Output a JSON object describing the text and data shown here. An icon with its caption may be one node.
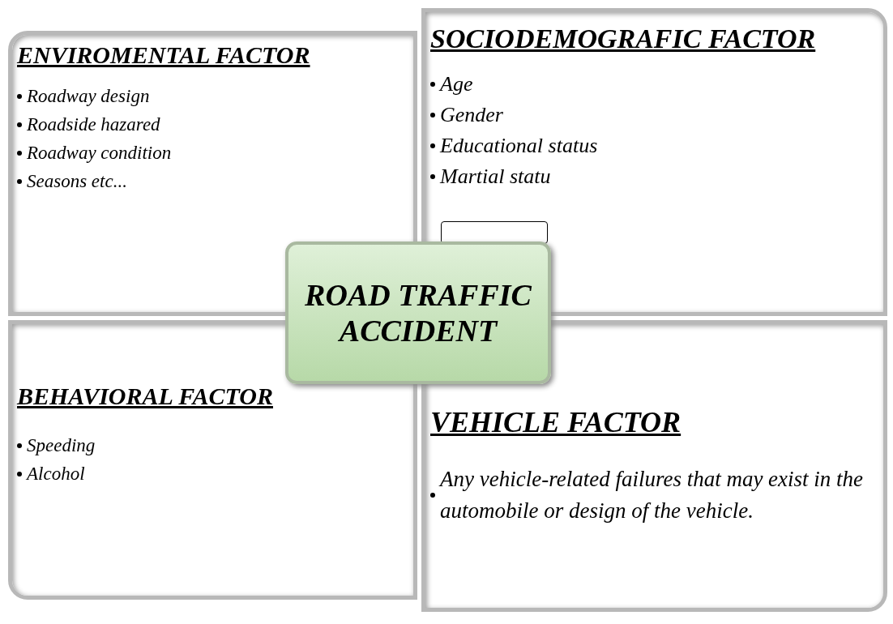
{
  "diagram": {
    "nodes": [
      {
        "text": [
          "ENVIROMENTAL FACTOR",
          "Roadway design",
          "Roadside hazared",
          "Roadway condition",
          "Seasons etc..."
        ]
      },
      {
        "text": [
          "SOCIODEMOGRAFIC FACTOR",
          "Age",
          "Gender",
          "Educational status",
          "Martial statu"
        ]
      },
      {
        "text": [],
        "shape": "box",
        "in": 1
      },
      {
        "text": [
          "ROAD TRAFFIC ACCIDENT"
        ]
      },
      {
        "text": [
          "BEHAVIORAL FACTOR",
          "Speeding",
          "Alcohol"
        ]
      },
      {
        "text": [
          "VEHICLE FACTOR",
          "Any vehicle-related failures that may exist in the automobile or design of the vehicle."
        ]
      }
    ]
  }
}
